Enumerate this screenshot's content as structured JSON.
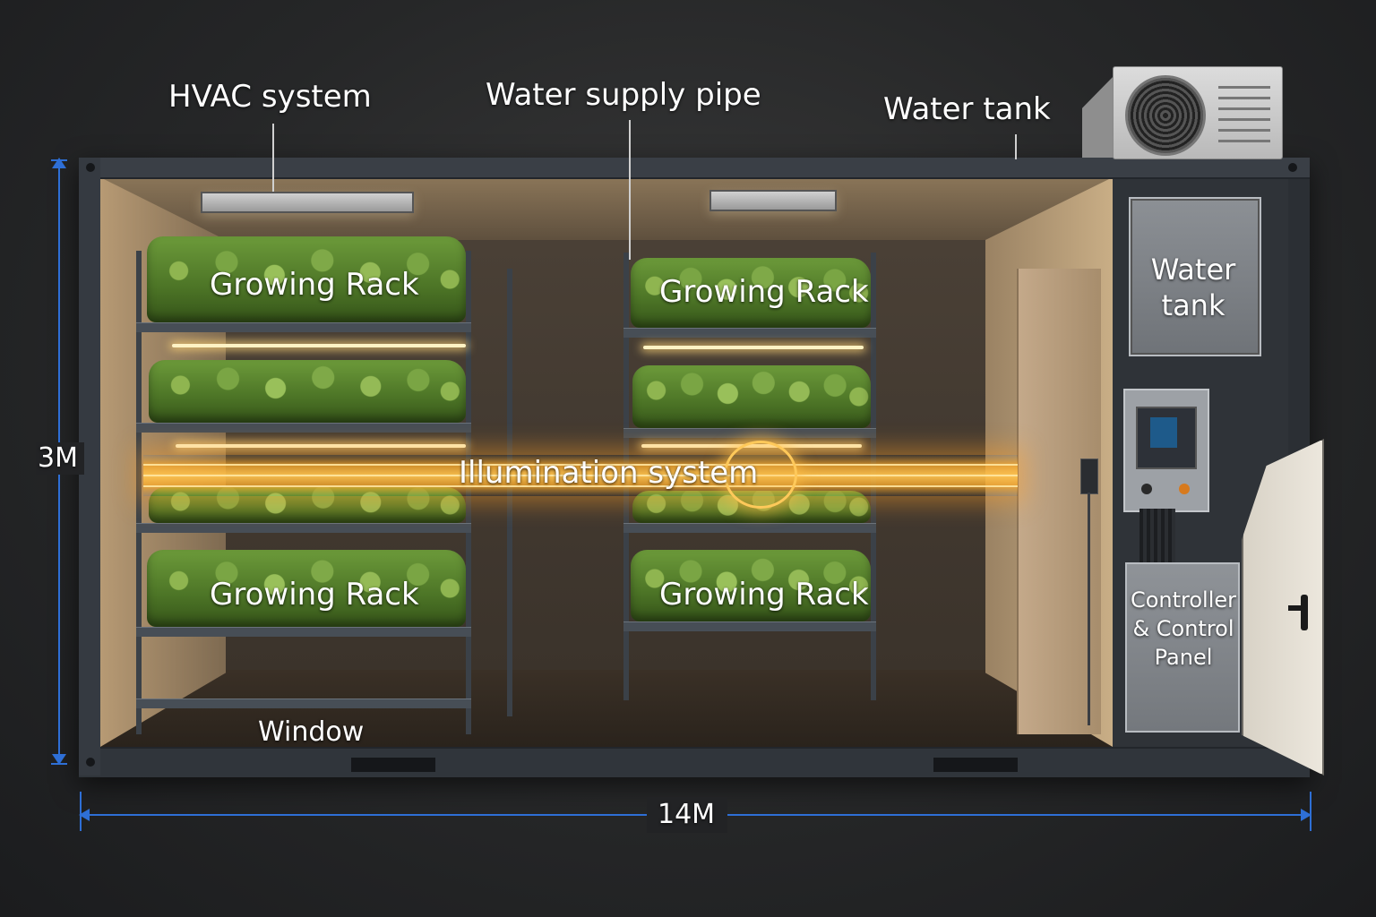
{
  "labels": {
    "hvac": "HVAC system",
    "water_supply_pipe": "Water supply pipe",
    "water_tank_top": "Water tank",
    "water_tank_box_line1": "Water",
    "water_tank_box_line2": "tank",
    "growing_rack": "Growing Rack",
    "illumination": "Illumination system",
    "window": "Window",
    "controller_line1": "Controller",
    "controller_line2": "& Control",
    "controller_line3": "Panel"
  },
  "dimensions": {
    "height": "3M",
    "width": "14M"
  },
  "colors": {
    "dimension_line": "#2e6fd6",
    "illumination_glow": "#ffb23a",
    "plants": "#6c9a3a",
    "container_frame": "#2b2f34"
  }
}
